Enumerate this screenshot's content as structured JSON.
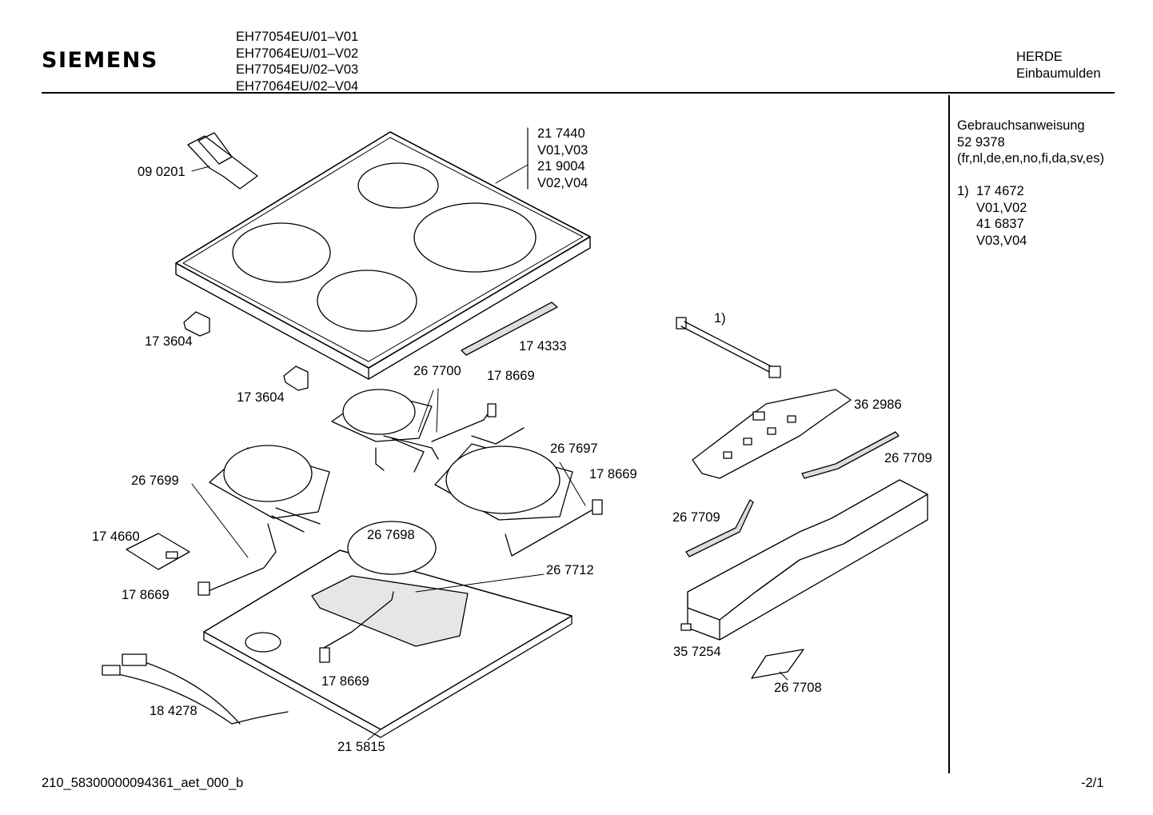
{
  "header": {
    "brand": "SIEMENS",
    "models": [
      "EH77054EU/01–V01",
      "EH77064EU/01–V02",
      "EH77054EU/02–V03",
      "EH77064EU/02–V04"
    ],
    "category": [
      "HERDE",
      "Einbaumulden"
    ]
  },
  "sidebar": {
    "manual_title": "Gebrauchsanweisung",
    "manual_number": "52 9378",
    "languages": "(fr,nl,de,en,no,fi,da,sv,es)",
    "footnote_marker": "1)",
    "footnote_lines": [
      "17 4672",
      "V01,V02",
      "41 6837",
      "V03,V04"
    ]
  },
  "parts": {
    "glass_top": [
      "21 7440",
      "V01,V03",
      "21 9004",
      "V02,V04"
    ],
    "bracket_top": "09 0201",
    "clip_1": "17 3604",
    "clip_2": "17 3604",
    "seal_strip": "17 4333",
    "heater_small_top": "26 7700",
    "connector_1": "17 8669",
    "heater_left": "26 7699",
    "heater_right": "26 7697",
    "connector_2": "17 8669",
    "sensor_board": "17 4660",
    "connector_3": "17 8669",
    "heater_bottom": "26 7698",
    "insulation": "26 7712",
    "connector_4": "17 8669",
    "wiring_harness": "18 4278",
    "base_tray": "21 5815",
    "ribbon_marker": "1)",
    "control_board": "36 2986",
    "rod_1": "26 7709",
    "rod_2": "26 7709",
    "housing": "35 7254",
    "bracket_bottom": "26 7708"
  },
  "footer": {
    "doc_id": "210_58300000094361_aet_000_b",
    "page": "-2/1"
  }
}
